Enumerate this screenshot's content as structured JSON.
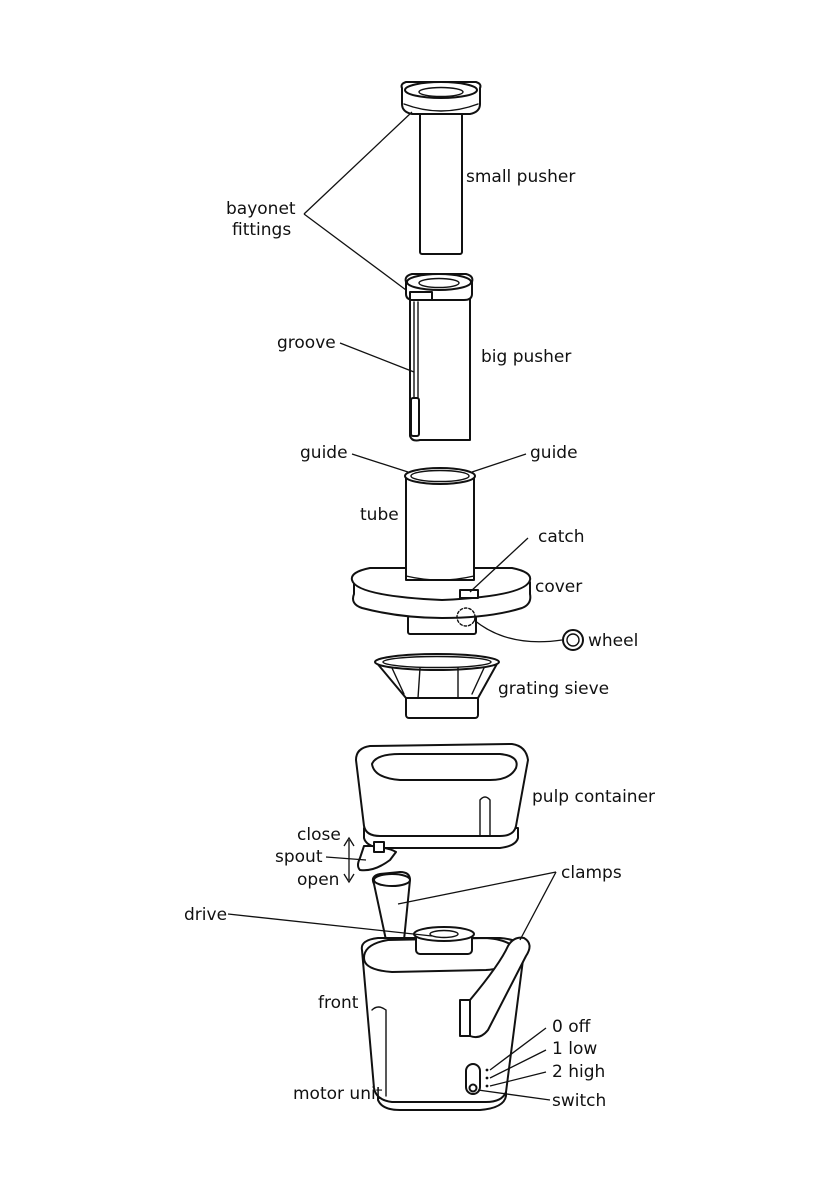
{
  "labels": {
    "small_pusher": "small pusher",
    "bayonet_line1": "bayonet",
    "bayonet_line2": "fittings",
    "groove": "groove",
    "big_pusher": "big pusher",
    "guide_left": "guide",
    "guide_right": "guide",
    "tube": "tube",
    "catch": "catch",
    "cover": "cover",
    "wheel": "wheel",
    "grating_sieve": "grating sieve",
    "pulp_container": "pulp container",
    "close": "close",
    "spout": "spout",
    "open": "open",
    "clamps": "clamps",
    "drive": "drive",
    "front": "front",
    "motor_unit": "motor unit",
    "switch": "switch",
    "setting_0": "0 off",
    "setting_1": "1 low",
    "setting_2": "2 high"
  }
}
